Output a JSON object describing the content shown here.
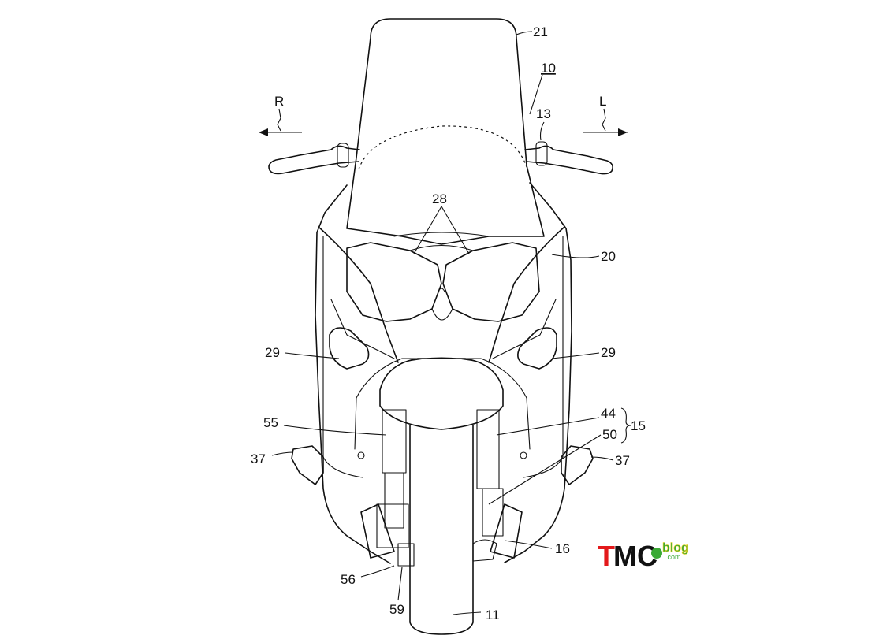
{
  "diagram": {
    "direction_labels": {
      "right": "R",
      "left": "L"
    },
    "reference_numerals": {
      "n21": "21",
      "n10": "10",
      "n13": "13",
      "n28": "28",
      "n20": "20",
      "n29_left": "29",
      "n29_right": "29",
      "n44": "44",
      "n15": "15",
      "n55": "55",
      "n50": "50",
      "n37_left": "37",
      "n37_right": "37",
      "n16": "16",
      "n56": "56",
      "n59": "59",
      "n11": "11"
    }
  },
  "watermark": {
    "part1": "TMC",
    "part2": "blog",
    "part3": ".com",
    "colors": {
      "red": "#e3191b",
      "black": "#111111",
      "green": "#3aa935",
      "yellow": "#f2d21b"
    }
  }
}
